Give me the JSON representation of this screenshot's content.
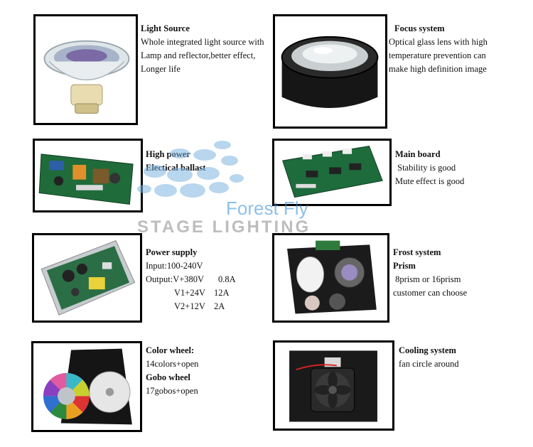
{
  "sections": {
    "light_source": {
      "title": "Light Source",
      "lines": [
        "Whole integrated light source with",
        "Lamp and reflector,better effect,",
        "Longer life"
      ]
    },
    "focus_system": {
      "title": "Focus system",
      "lines": [
        "Optical glass lens with high",
        "temperature prevention can",
        "make high definition image"
      ]
    },
    "ballast": {
      "title_lines": [
        "High power",
        "Electical ballast"
      ]
    },
    "main_board": {
      "title": "Main board",
      "lines": [
        " Stability is good",
        "Mute effect is good"
      ]
    },
    "power_supply": {
      "title": "Power supply",
      "input": "Input:100-240V",
      "rows": [
        {
          "label": "Output:V+380V",
          "value": "0.8A"
        },
        {
          "label": "V1+24V",
          "value": "12A"
        },
        {
          "label": "V2+12V",
          "value": "2A"
        }
      ]
    },
    "frost_system": {
      "title_lines": [
        "Frost system",
        "Prism"
      ],
      "lines": [
        " 8prism or 16prism",
        "customer can choose"
      ]
    },
    "color_wheel": {
      "title": "Color wheel:",
      "line1": "14colors+open",
      "title2": "Gobo wheel",
      "line2": "17gobos+open"
    },
    "cooling_system": {
      "title": "Cooling system",
      "lines": [
        "fan circle around"
      ]
    }
  },
  "watermark": {
    "brand": "Forest Fly",
    "subtitle": "STAGE LIGHTING"
  }
}
